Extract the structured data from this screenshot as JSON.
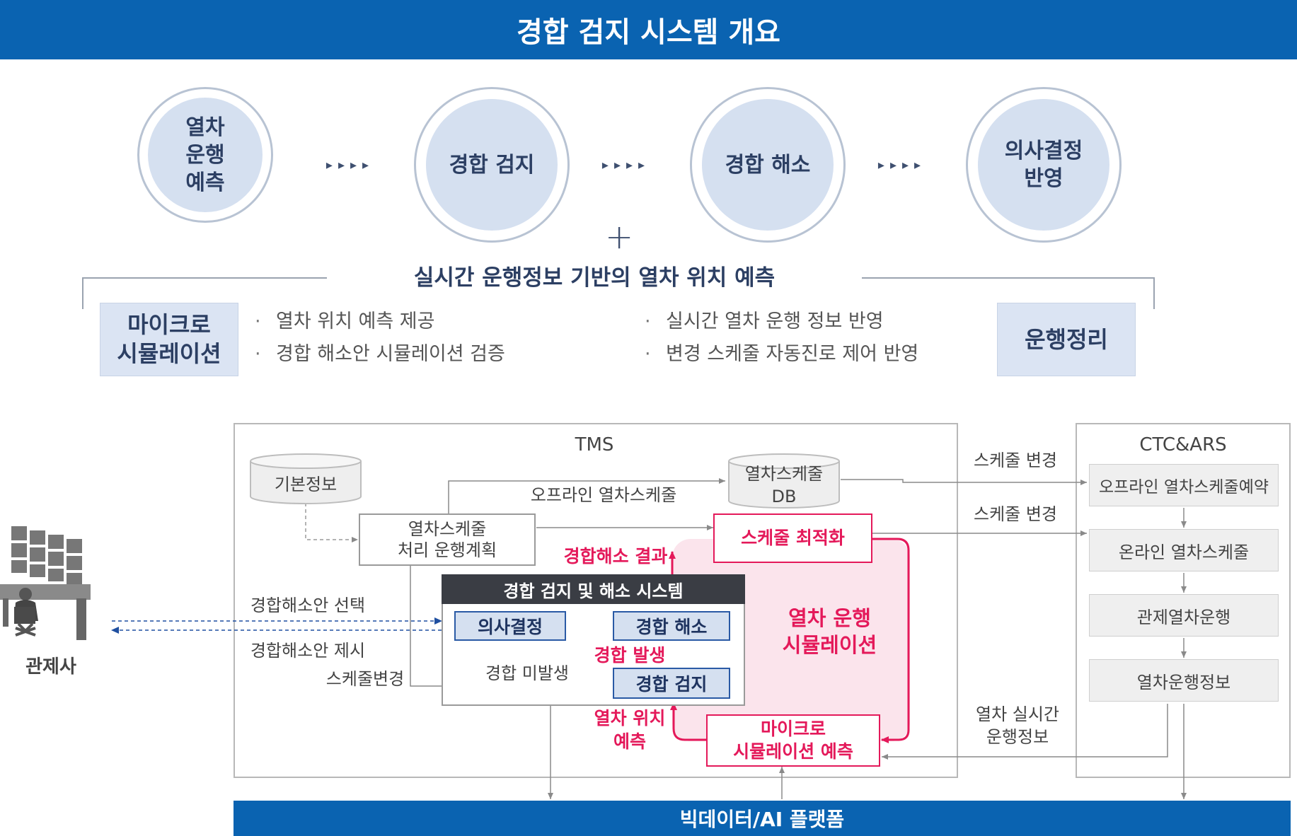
{
  "title": "경합 검지 시스템 개요",
  "process_steps": [
    "열차\n운행\n예측",
    "경합 검지",
    "경합 해소",
    "의사결정\n반영"
  ],
  "step_arrow_glyph": "▸▸▸▸",
  "plus_glyph": "+",
  "subtitle": "실시간 운행정보 기반의 열차 위치 예측",
  "left_block": "마이크로\n시뮬레이션",
  "right_block": "운행정리",
  "bullet_glyph": "·",
  "bullets_left": [
    "열차 위치 예측 제공",
    "경합 해소안 시뮬레이션 검증"
  ],
  "bullets_right": [
    "실시간 열차 운행 정보 반영",
    "변경 스케줄 자동진로 제어 반영"
  ],
  "tms": {
    "title": "TMS",
    "base_info": "기본정보",
    "schedule_db": "열차스케줄\nDB",
    "offline_label": "오프라인 열차스케줄",
    "schedule_process": "열차스케줄\n처리 운행계획",
    "schedule_optimize": "스케줄 최적화",
    "resolution_result": "경합해소 결과",
    "simulation_label": "열차 운행\n시뮬레이션",
    "subsystem_title": "경합 검지 및 해소 시스템",
    "decision": "의사결정",
    "resolution": "경합 해소",
    "detection": "경합 검지",
    "conflict_occurred": "경합 발생",
    "no_conflict": "경합 미발생",
    "position_prediction": "열차 위치\n예측",
    "micro_prediction": "마이크로\n시뮬레이션 예측",
    "schedule_change_small": "스케줄변경"
  },
  "operator": {
    "label": "관제사",
    "select_label": "경합해소안 선택",
    "suggest_label": "경합해소안 제시"
  },
  "ctc": {
    "title": "CTC&ARS",
    "items": [
      "오프라인 열차스케줄예약",
      "온라인 열차스케줄",
      "관제열차운행",
      "열차운행정보"
    ],
    "schedule_change_1": "스케줄 변경",
    "schedule_change_2": "스케줄 변경",
    "realtime_label": "열차 실시간\n운행정보"
  },
  "bigdata": "빅데이터/AI 플랫폼",
  "colors": {
    "brand_blue": "#0a63b1",
    "accent_pink": "#e4195a",
    "node_blue": "#d5e0f0"
  }
}
